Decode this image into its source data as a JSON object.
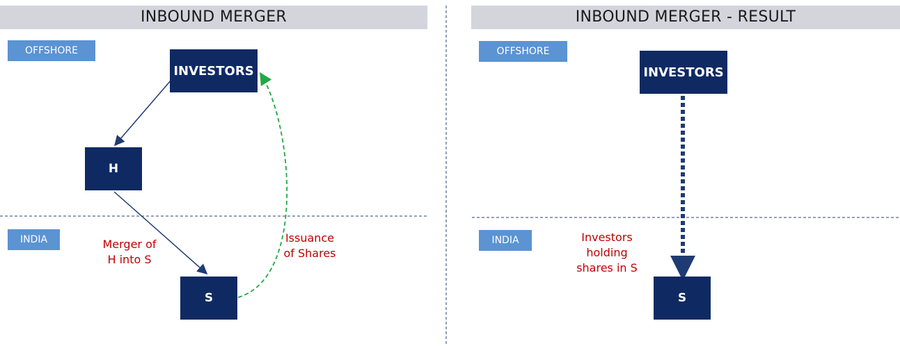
{
  "left": {
    "title": "INBOUND MERGER",
    "offshore_label": "OFFSHORE",
    "india_label": "INDIA",
    "nodes": {
      "investors": "INVESTORS",
      "h": "H",
      "s": "S"
    },
    "annotations": {
      "merger": "Merger of\nH into S",
      "issuance": "Issuance\nof Shares"
    }
  },
  "right": {
    "title": "INBOUND MERGER - RESULT",
    "offshore_label": "OFFSHORE",
    "india_label": "INDIA",
    "nodes": {
      "investors": "INVESTORS",
      "s": "S"
    },
    "annotations": {
      "holding": "Investors\nholding\nshares in S"
    }
  },
  "colors": {
    "node_fill": "#0f2a63",
    "region_tag": "#5b93d3",
    "title_bar": "#d4d5dc",
    "annotation_text": "#c00000",
    "issuance_arrow": "#22a845",
    "divider": "#2a3f73"
  }
}
